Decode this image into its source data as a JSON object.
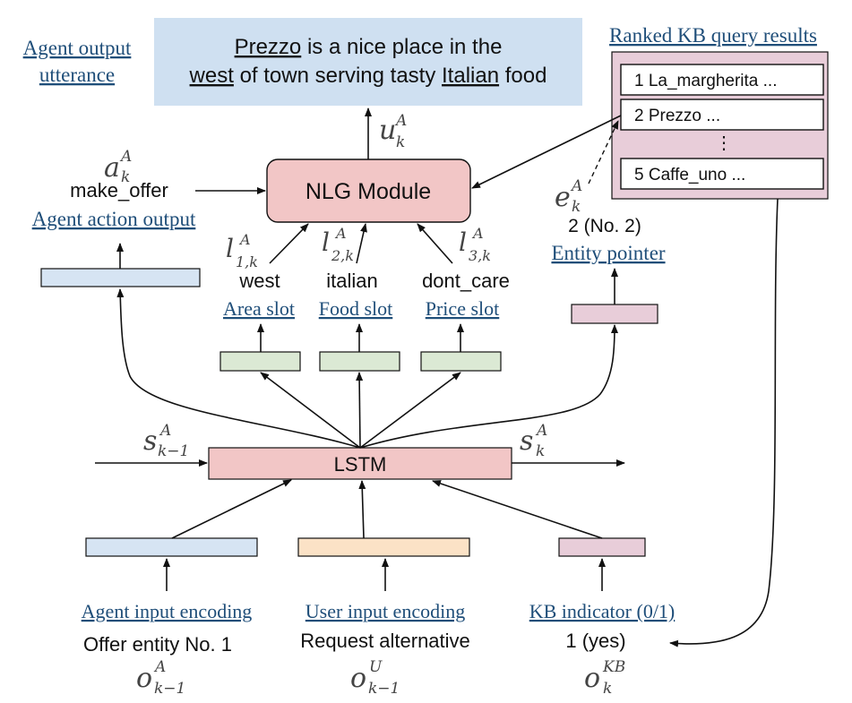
{
  "utterance": {
    "label_line1": "Agent output",
    "label_line2": "utterance",
    "text_w1": "Prezzo",
    "text_w2": " is a nice place in the",
    "text_w3": "west",
    "text_w4": " of town serving tasty ",
    "text_w5": "Italian",
    "text_w6": " food",
    "var": "u",
    "var_sup": "A",
    "var_sub": "k"
  },
  "kb_results": {
    "title": "Ranked KB query results",
    "items": [
      "1  La_margherita ...",
      "2  Prezzo ...",
      "5  Caffe_uno ..."
    ],
    "ellipsis": "⋮"
  },
  "nlg": {
    "label": "NLG Module"
  },
  "action": {
    "var": "a",
    "var_sup": "A",
    "var_sub": "k",
    "value": "make_offer",
    "label": "Agent action output"
  },
  "entity": {
    "var": "e",
    "var_sup": "A",
    "var_sub": "k",
    "value": "2 (No. 2)",
    "label": "Entity pointer"
  },
  "slots": [
    {
      "var": "l",
      "var_sup": "A",
      "var_sub": "1,k",
      "value": "west",
      "label": "Area slot"
    },
    {
      "var": "l",
      "var_sup": "A",
      "var_sub": "2,k",
      "value": "italian",
      "label": "Food slot"
    },
    {
      "var": "l",
      "var_sup": "A",
      "var_sub": "3,k",
      "value": "dont_care",
      "label": "Price slot"
    }
  ],
  "lstm": {
    "label": "LSTM",
    "prev": {
      "var": "s",
      "var_sup": "A",
      "var_sub": "k−1"
    },
    "next": {
      "var": "s",
      "var_sup": "A",
      "var_sub": "k"
    }
  },
  "inputs": [
    {
      "label": "Agent input encoding",
      "value": "Offer entity No. 1",
      "var": "o",
      "var_sup": "A",
      "var_sub": "k−1"
    },
    {
      "label": "User input encoding",
      "value": "Request alternative",
      "var": "o",
      "var_sup": "U",
      "var_sub": "k−1"
    },
    {
      "label": "KB indicator (0/1)",
      "value": "1 (yes)",
      "var": "o",
      "var_sup": "KB",
      "var_sub": "k"
    }
  ]
}
